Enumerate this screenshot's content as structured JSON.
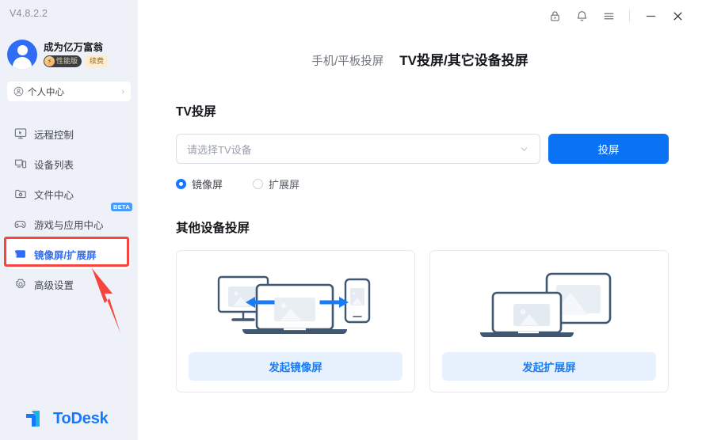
{
  "sidebar": {
    "version": "V4.8.2.2",
    "profile": {
      "username": "成为亿万富翁",
      "badge_perf": "性能版",
      "badge_perf_icon": "bolt-icon",
      "badge_renew": "续费",
      "avatar_icon": "user-avatar-icon"
    },
    "personal_center": {
      "label": "个人中心",
      "icon": "user-circle-icon",
      "chevron": "›"
    },
    "items": [
      {
        "label": "远程控制",
        "icon": "remote-desktop-icon",
        "active": false
      },
      {
        "label": "设备列表",
        "icon": "devices-icon",
        "active": false
      },
      {
        "label": "文件中心",
        "icon": "folder-gear-icon",
        "active": false
      },
      {
        "label": "游戏与应用中心",
        "icon": "gamepad-icon",
        "active": false,
        "badge": "BETA"
      },
      {
        "label": "镜像屏/扩展屏",
        "icon": "cast-screen-icon",
        "active": true
      },
      {
        "label": "高级设置",
        "icon": "gear-icon",
        "active": false
      }
    ],
    "brand": "ToDesk",
    "annotation": {
      "highlight_color": "#f4453f",
      "arrow_color": "#f4453f"
    }
  },
  "titlebar": {
    "buttons": [
      {
        "name": "lock-icon",
        "label": "锁定"
      },
      {
        "name": "bell-icon",
        "label": "通知"
      },
      {
        "name": "menu-icon",
        "label": "菜单"
      }
    ],
    "minimize": "—",
    "close": "✕"
  },
  "main": {
    "tabs": [
      {
        "label": "手机/平板投屏",
        "active": false
      },
      {
        "label": "TV投屏/其它设备投屏",
        "active": true
      }
    ],
    "tv_section": {
      "title": "TV投屏",
      "select_placeholder": "请选择TV设备",
      "cast_button": "投屏",
      "radios": [
        {
          "label": "镜像屏",
          "selected": true
        },
        {
          "label": "扩展屏",
          "selected": false
        }
      ]
    },
    "other_section": {
      "title": "其他设备投屏",
      "cards": [
        {
          "button": "发起镜像屏",
          "art": "mirror-devices-illustration"
        },
        {
          "button": "发起扩展屏",
          "art": "extend-devices-illustration"
        }
      ]
    }
  },
  "colors": {
    "accent": "#0a72f5",
    "sidebar_bg": "#eef1f7",
    "annotation": "#f4453f",
    "card_btn_bg": "#e8f2fe"
  }
}
